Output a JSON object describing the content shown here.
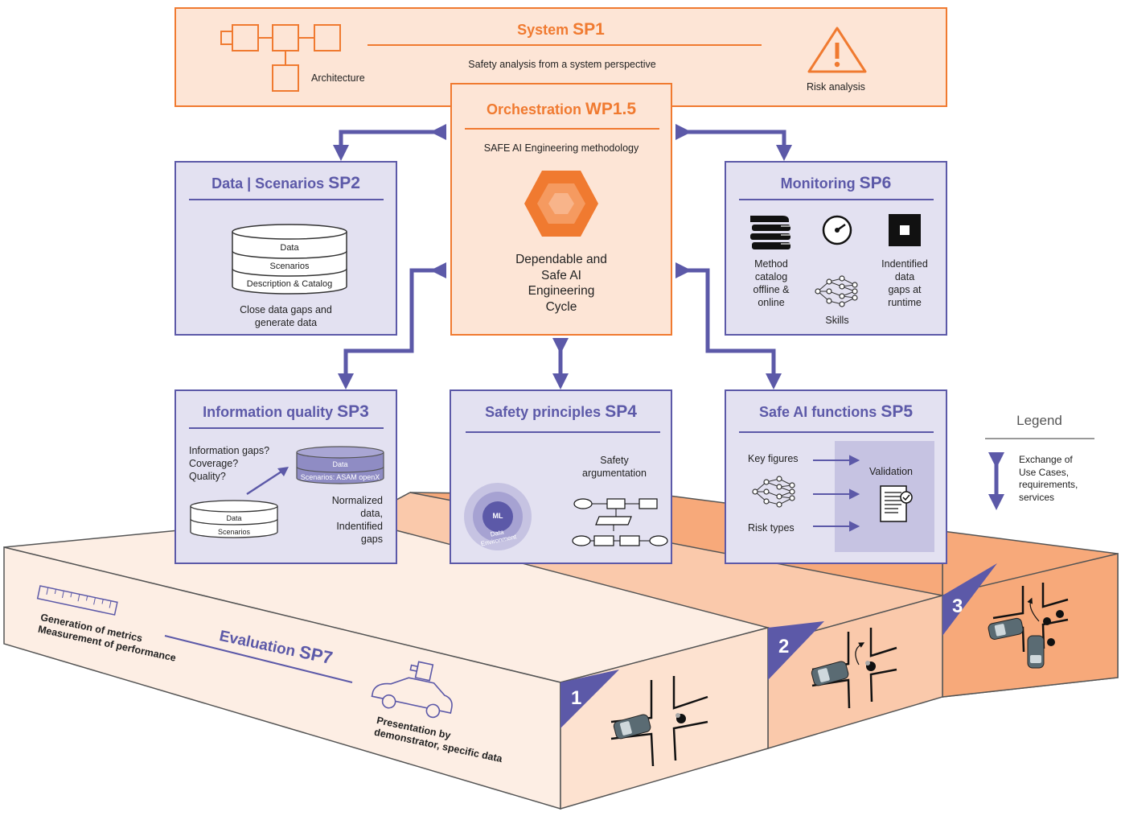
{
  "sp1": {
    "title": "System",
    "code": "SP1",
    "subtitle": "Safety analysis from a system perspective",
    "architecture": "Architecture",
    "risk": "Risk analysis"
  },
  "orchestration": {
    "title": "Orchestration",
    "code": "WP1.5",
    "subtitle": "SAFE AI Engineering methodology",
    "cycle": [
      "Dependable and",
      "Safe AI",
      "Engineering",
      "Cycle"
    ]
  },
  "sp2": {
    "title": "Data | Scenarios",
    "code": "SP2",
    "db_layers": [
      "Data",
      "Scenarios",
      "Description & Catalog"
    ],
    "caption": [
      "Close data gaps and",
      "generate data"
    ]
  },
  "sp6": {
    "title": "Monitoring",
    "code": "SP6",
    "method": [
      "Method",
      "catalog",
      "offline &",
      "online"
    ],
    "skills": "Skills",
    "gaps": [
      "Indentified",
      "data",
      "gaps at",
      "runtime"
    ]
  },
  "sp3": {
    "title": "Information quality",
    "code": "SP3",
    "questions": [
      "Information gaps?",
      "Coverage?",
      "Quality?"
    ],
    "db_top": [
      "Data",
      "Scenarios: ASAM openX"
    ],
    "db_bottom": [
      "Data",
      "Scenarios"
    ],
    "result": [
      "Normalized",
      "data,",
      "Indentified",
      "gaps"
    ]
  },
  "sp4": {
    "title": "Safety principles",
    "code": "SP4",
    "argument": [
      "Safety",
      "argumentation"
    ],
    "ml": "ML",
    "env": [
      "Data",
      "Environment"
    ]
  },
  "sp5": {
    "title": "Safe AI functions",
    "code": "SP5",
    "key_figures": "Key figures",
    "risk_types": "Risk types",
    "validation": "Validation"
  },
  "legend": {
    "title": "Legend",
    "text": [
      "Exchange of",
      "Use Cases,",
      "requirements,",
      "services"
    ]
  },
  "sp7": {
    "title": "Evaluation",
    "code": "SP7",
    "metrics": [
      "Generation of metrics",
      "Measurement of performance"
    ],
    "presentation": [
      "Presentation by",
      "demonstrator, specific data"
    ],
    "stages": [
      "1",
      "2",
      "3"
    ]
  },
  "colors": {
    "orange": "#f07a30",
    "purple": "#5c59a8",
    "light_orange": "#fde5d6",
    "light_purple": "#e3e1f1"
  }
}
